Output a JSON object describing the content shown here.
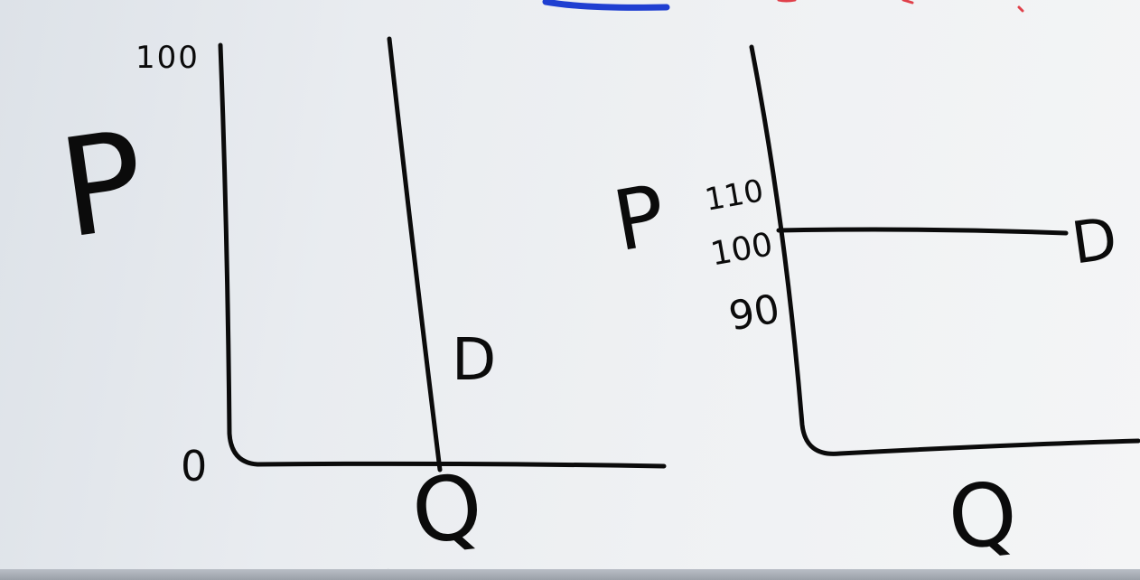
{
  "left_graph": {
    "y_axis_label": "P",
    "x_axis_label": "Q",
    "demand_label": "D",
    "tick_top": "100",
    "tick_origin": "0"
  },
  "right_graph": {
    "y_axis_label": "P",
    "x_axis_label": "Q",
    "demand_label": "D",
    "tick_110": "110",
    "tick_100": "100",
    "tick_90": "90"
  },
  "colors": {
    "ink": "#0b0b0b",
    "top_marker": "#1f3fd1",
    "top_red_marker": "#e0404a"
  }
}
